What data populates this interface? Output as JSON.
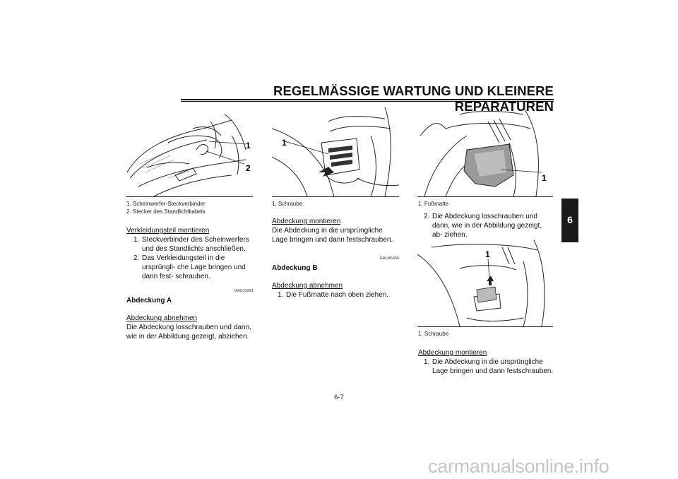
{
  "header": {
    "title": "REGELMÄSSIGE WARTUNG UND KLEINERE REPARATUREN"
  },
  "chapter_tab": "6",
  "col1": {
    "callouts": [
      "1",
      "2"
    ],
    "captions": [
      "1. Scheinwerfer-Steckverbinder",
      "2. Stecker des Standlichtkabels"
    ],
    "sub1_heading": "Verkleidungsteil montieren",
    "sub1_steps": [
      {
        "num": "1.",
        "text": "Steckverbinder des Scheinwerfers und des Standlichts anschließen."
      },
      {
        "num": "2.",
        "text": "Das Verkleidungsteil in die ursprüngli- che Lage bringen und dann fest- schrauben."
      }
    ],
    "code": "GAU19281",
    "section_heading": "Abdeckung A",
    "sub2_heading": "Abdeckung abnehmen",
    "sub2_text": "Die Abdeckung losschrauben und dann, wie in der Abbildung gezeigt, abziehen."
  },
  "col2": {
    "callouts": [
      "1"
    ],
    "caption": "1. Schraube",
    "sub1_heading": "Abdeckung montieren",
    "sub1_text": "Die Abdeckung in die ursprüngliche Lage bringen und dann festschrauben.",
    "code": "GAU45450",
    "section_heading": "Abdeckung B",
    "sub2_heading": "Abdeckung abnehmen",
    "sub2_step": {
      "num": "1.",
      "text": "Die Fußmatte nach oben ziehen."
    }
  },
  "col3": {
    "callouts_top": [
      "1"
    ],
    "caption_top": "1. Fußmatte",
    "step2": {
      "num": "2.",
      "text": "Die Abdeckung losschrauben und dann, wie in der Abbildung gezeigt, ab- ziehen."
    },
    "callouts_bottom": [
      "1"
    ],
    "caption_bottom": "1. Schraube",
    "sub_heading": "Abdeckung montieren",
    "sub_step": {
      "num": "1.",
      "text": "Die Abdeckung in die ursprüngliche Lage bringen und dann festschrauben."
    }
  },
  "footer": {
    "page_number": "6-7"
  },
  "watermark": "carmanualsonline.info"
}
